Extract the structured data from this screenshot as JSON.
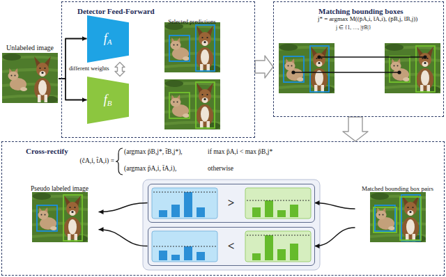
{
  "diagram": {
    "nodes": [
      {
        "text": [
          "Unlabeled image"
        ]
      },
      {
        "text": [
          "Detector Feed-Forward"
        ]
      },
      {
        "text": [
          "f",
          "A"
        ],
        "in": 1
      },
      {
        "text": [
          "f",
          "B"
        ],
        "in": 1
      },
      {
        "text": [
          "Selected predictions"
        ],
        "in": 1
      },
      {
        "text": [
          "Matching bounding boxes"
        ]
      },
      {
        "text": [
          "Cross-rectify"
        ]
      },
      {
        "text": [
          "Pseudo labeled image"
        ],
        "in": 6
      },
      {
        "text": [
          ">"
        ],
        "in": 6
      },
      {
        "text": [
          "<"
        ],
        "in": 6
      },
      {
        "text": [
          "Matched bounding box pairs"
        ],
        "in": 6
      }
    ],
    "edges": [
      {
        "from": 0,
        "to": 2,
        "arrow": "to"
      },
      {
        "from": 0,
        "to": 3,
        "arrow": "to"
      },
      {
        "from": 2,
        "to": 3,
        "label": "different weights",
        "arrow": "both"
      },
      {
        "from": 1,
        "to": 5,
        "arrow": "to"
      },
      {
        "from": 5,
        "to": 6,
        "arrow": "to"
      },
      {
        "from": 10,
        "to": 8,
        "arrow": "to"
      },
      {
        "from": 10,
        "to": 9,
        "arrow": "to"
      },
      {
        "from": 8,
        "to": 7,
        "arrow": "to"
      },
      {
        "from": 9,
        "to": 7,
        "arrow": "to"
      }
    ],
    "labels": [
      "j* = argmax M((p̄A,i, t̄A,i), (p̄B,j, t̄B,j))",
      "j ∈ {1, …, |ȳB|}",
      "(ĉA,i, t̂A,i) =",
      "(argmax p̄B,j*, t̄B,j*),",
      "if max p̄A,i < max p̄B,j*",
      "(argmax p̄A,i, t̄A,i),",
      "otherwise"
    ]
  }
}
